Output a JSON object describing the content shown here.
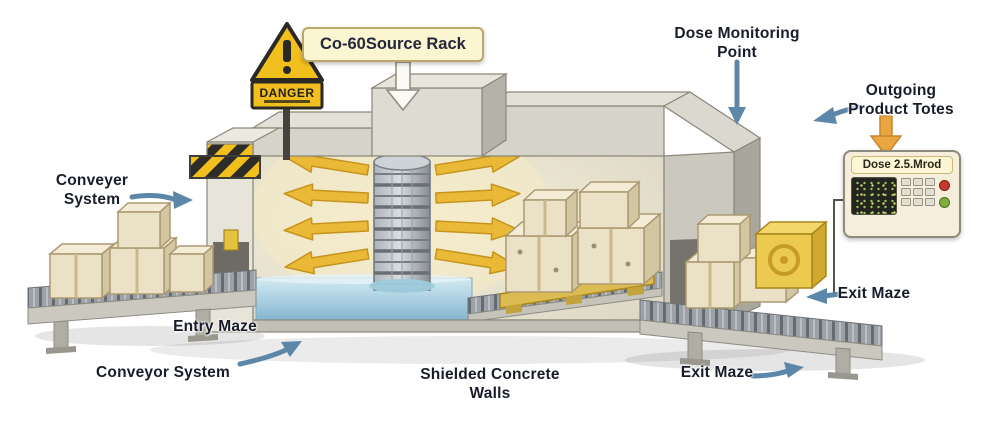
{
  "labels": {
    "source_rack": "Co-60Source Rack",
    "danger": "DANGER",
    "dose_monitoring": [
      "Dose Monitoring",
      "Point"
    ],
    "outgoing_totes": [
      "Outgoing",
      "Product Totes"
    ],
    "conveyer_left": [
      "Conveyer",
      "System"
    ],
    "entry_maze": "Entry Maze",
    "conveyor_bottom": "Conveyor System",
    "shielded_walls": [
      "Shielded Concrete",
      "Walls"
    ],
    "exit_maze_right": "Exit Maze",
    "exit_maze_bottom": "Exit Maze"
  },
  "device": {
    "readout": "Dose 2.5.Mrod"
  },
  "colors": {
    "label_text": "#171c28",
    "pointer_arrow_blue": "#5d87a8",
    "radiation_arrow_yellow": "#eab938",
    "radiation_arrow_stroke": "#c4941c",
    "hazard_yellow": "#f2c01d",
    "water_blue": "#9cc7dc",
    "concrete_light": "#e7e4da",
    "box_beige": "#ebe1c6",
    "tote_yellow": "#ecc94f",
    "accent_orange": "#eaa640"
  }
}
